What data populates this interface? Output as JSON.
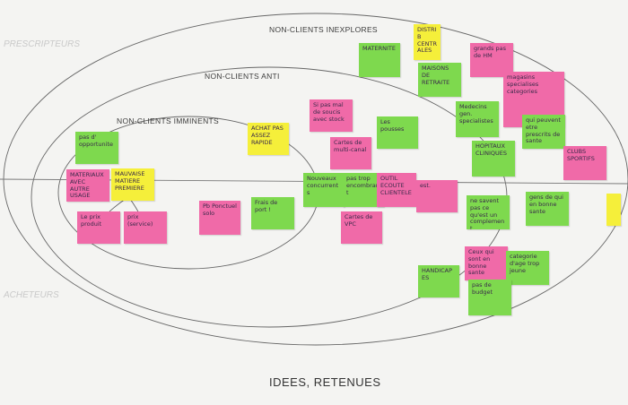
{
  "labels": {
    "inexplores": "NON-CLIENTS INEXPLORES",
    "anti": "NON-CLIENTS ANTI",
    "imminents": "NON-CLIENTS IMMINENTS",
    "bottom_title": "IDEES, RETENUES",
    "left_top": "PRESCRIPTEURS",
    "left_bottom": "ACHETEURS"
  },
  "colors": {
    "green": "#7ed94e",
    "pink": "#f06aa8",
    "yellow": "#f5ef3a"
  },
  "notes": [
    {
      "id": "pas-opportunite",
      "text": "pas d' opportunite"
    },
    {
      "id": "materiaux",
      "text": "MATERIAUX AVEC AUTRE USAGE"
    },
    {
      "id": "mauvaise-matiere",
      "text": "MAUVAISE MATIERE PREMIERE"
    },
    {
      "id": "le-prix-produit",
      "text": "Le prix produit"
    },
    {
      "id": "prix-service",
      "text": "prix (service)"
    },
    {
      "id": "pas-ponctuel",
      "text": "Pb Ponctuel solo"
    },
    {
      "id": "frais-de-port",
      "text": "Frais de port !"
    },
    {
      "id": "achat-pas-rapide",
      "text": "ACHAT PAS ASSEZ RAPIDE"
    },
    {
      "id": "si-pas-mal",
      "text": "Si pas mal de soucis avec stock"
    },
    {
      "id": "cartes-multi",
      "text": "Cartes de multi-canal"
    },
    {
      "id": "les-pousses",
      "text": "Les pousses"
    },
    {
      "id": "nouveaux-concurrents",
      "text": "Nouveaux concurrents"
    },
    {
      "id": "pas-encombrant",
      "text": "pas trop encombrant"
    },
    {
      "id": "cartes-vpc",
      "text": "Cartes de VPC"
    },
    {
      "id": "outil-ecoute",
      "text": "OUTIL ECOUTE CLIENTELE"
    },
    {
      "id": "est",
      "text": "est."
    },
    {
      "id": "maternite",
      "text": "MATERNITE"
    },
    {
      "id": "maisons-retraite",
      "text": "MAISONS DE RETRAITE"
    },
    {
      "id": "distrib-centrales",
      "text": "DISTRIB CENTRALES"
    },
    {
      "id": "grands-pas-hm",
      "text": "grands pas de HM"
    },
    {
      "id": "pink-large",
      "text": "magasins specialises categories"
    },
    {
      "id": "medecins",
      "text": "Medecins gen. specialistes"
    },
    {
      "id": "qui-peuvent",
      "text": "qui peuvent etre prescrits de sante"
    },
    {
      "id": "hopitaux",
      "text": "HOPITAUX CLINIQUES"
    },
    {
      "id": "clubs-sportifs",
      "text": "CLUBS SPORTIFS"
    },
    {
      "id": "ne-savent-pas",
      "text": "ne savent pas ce qu'est un complement"
    },
    {
      "id": "gens-en-bonne-sante",
      "text": "gens de qui en bonne sante"
    },
    {
      "id": "handicapes",
      "text": "HANDICAPES"
    },
    {
      "id": "gens-bonne-sante",
      "text": "Ceux qui sont en bonne sante"
    },
    {
      "id": "categorie-age",
      "text": "categorie d'age trop jeune"
    },
    {
      "id": "pas-budget",
      "text": "pas de budget"
    },
    {
      "id": "right-edge",
      "text": ""
    }
  ]
}
